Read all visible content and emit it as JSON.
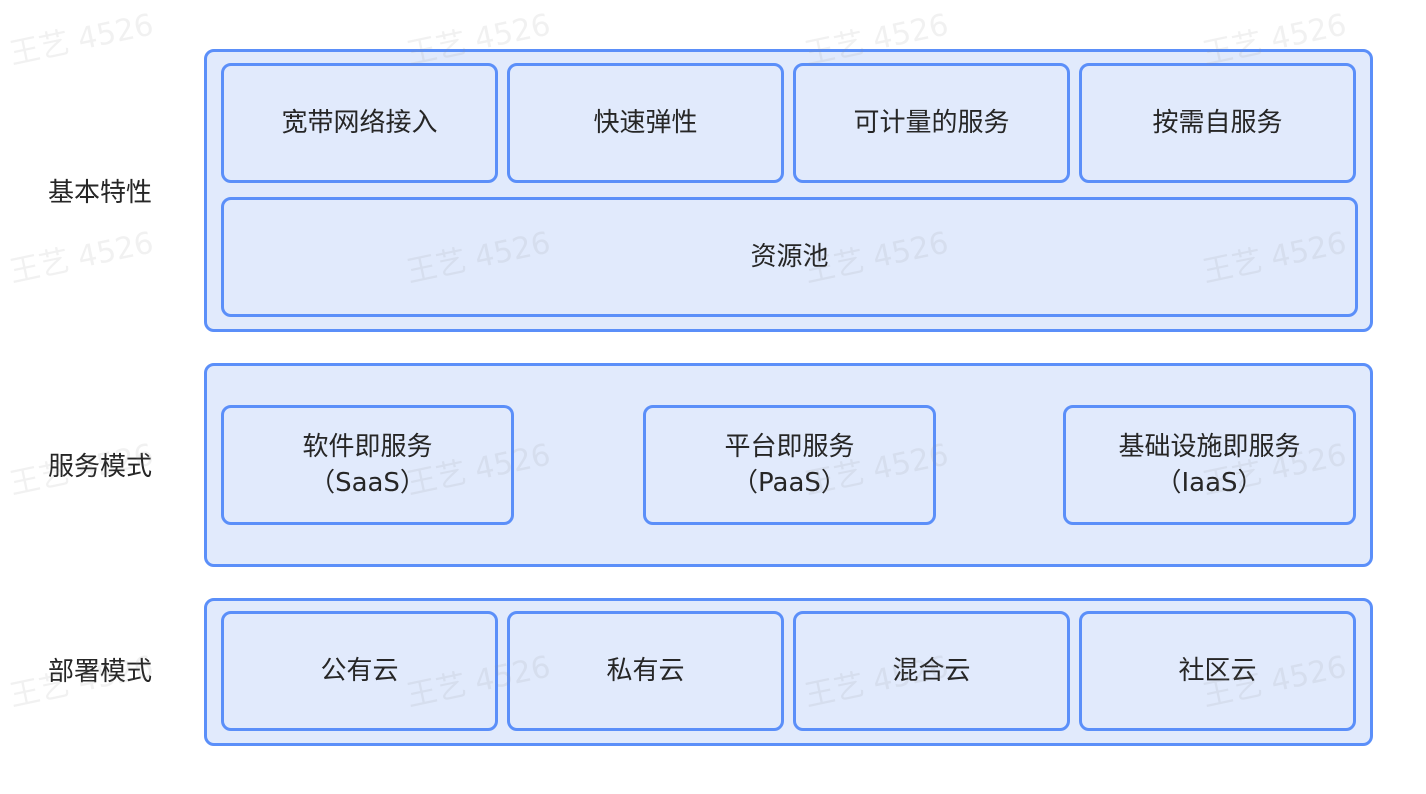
{
  "rows": {
    "basic": {
      "label": "基本特性",
      "items": [
        "宽带网络接入",
        "快速弹性",
        "可计量的服务",
        "按需自服务"
      ],
      "pool": "资源池"
    },
    "service": {
      "label": "服务模式",
      "items": [
        {
          "name": "软件即服务",
          "abbr": "（SaaS）"
        },
        {
          "name": "平台即服务",
          "abbr": "（PaaS）"
        },
        {
          "name": "基础设施即服务",
          "abbr": "（IaaS）"
        }
      ]
    },
    "deploy": {
      "label": "部署模式",
      "items": [
        "公有云",
        "私有云",
        "混合云",
        "社区云"
      ]
    }
  },
  "watermark": "王艺 4526",
  "colors": {
    "border": "#5b8ff9",
    "fill": "#e1eafc",
    "text": "#262626"
  }
}
